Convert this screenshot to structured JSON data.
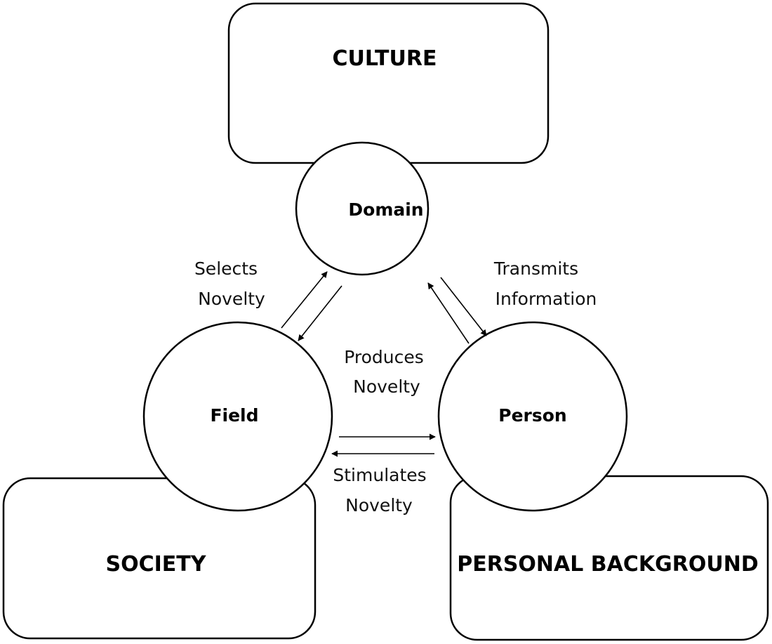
{
  "contexts": {
    "culture": "CULTURE",
    "society": "SOCIETY",
    "personal_background": "PERSONAL BACKGROUND"
  },
  "nodes": {
    "domain": "Domain",
    "field": "Field",
    "person": "Person"
  },
  "relations": {
    "selects_novelty": [
      "Selects",
      "Novelty"
    ],
    "transmits_information": [
      "Transmits",
      "Information"
    ],
    "produces_novelty": [
      "Produces",
      "Novelty"
    ],
    "stimulates_novelty": [
      "Stimulates",
      "Novelty"
    ]
  }
}
